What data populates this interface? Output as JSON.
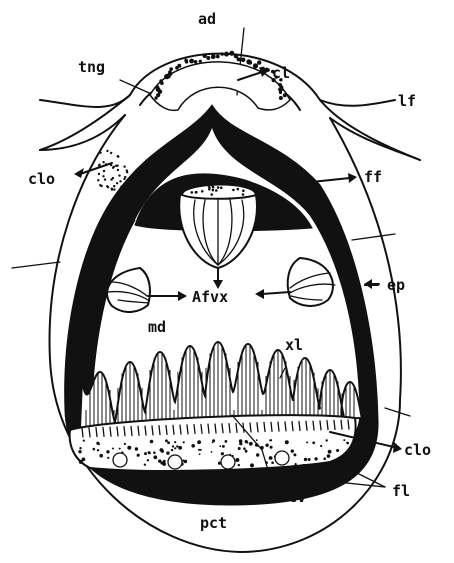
{
  "figure": {
    "labels": {
      "ad": "ad",
      "tng": "tng",
      "cl": "cl",
      "lf": "lf",
      "clo_top": "clo",
      "ff": "ff",
      "afvx": "Afvx",
      "ep": "ep",
      "md": "md",
      "xl": "xl",
      "clo_bottom": "clo",
      "cv": "Cv",
      "fl": "fl",
      "pct": "pct"
    },
    "colors": {
      "ink": "#111111",
      "paper": "#ffffff"
    }
  }
}
